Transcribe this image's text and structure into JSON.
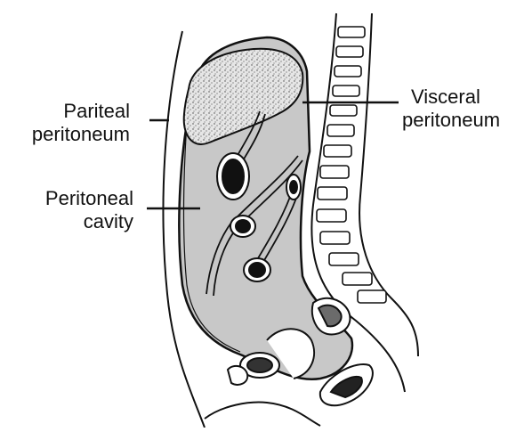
{
  "labels": {
    "parietal": {
      "line1": "Pariteal",
      "line2": "peritoneum"
    },
    "visceral": {
      "line1": "Visceral",
      "line2": "peritoneum"
    },
    "cavity": {
      "line1": "Peritoneal",
      "line2": "cavity"
    }
  },
  "colors": {
    "cavity_fill": "#c8c8c8",
    "liver_fill": "#d9d9d9",
    "outline": "#111111",
    "background": "#ffffff"
  }
}
